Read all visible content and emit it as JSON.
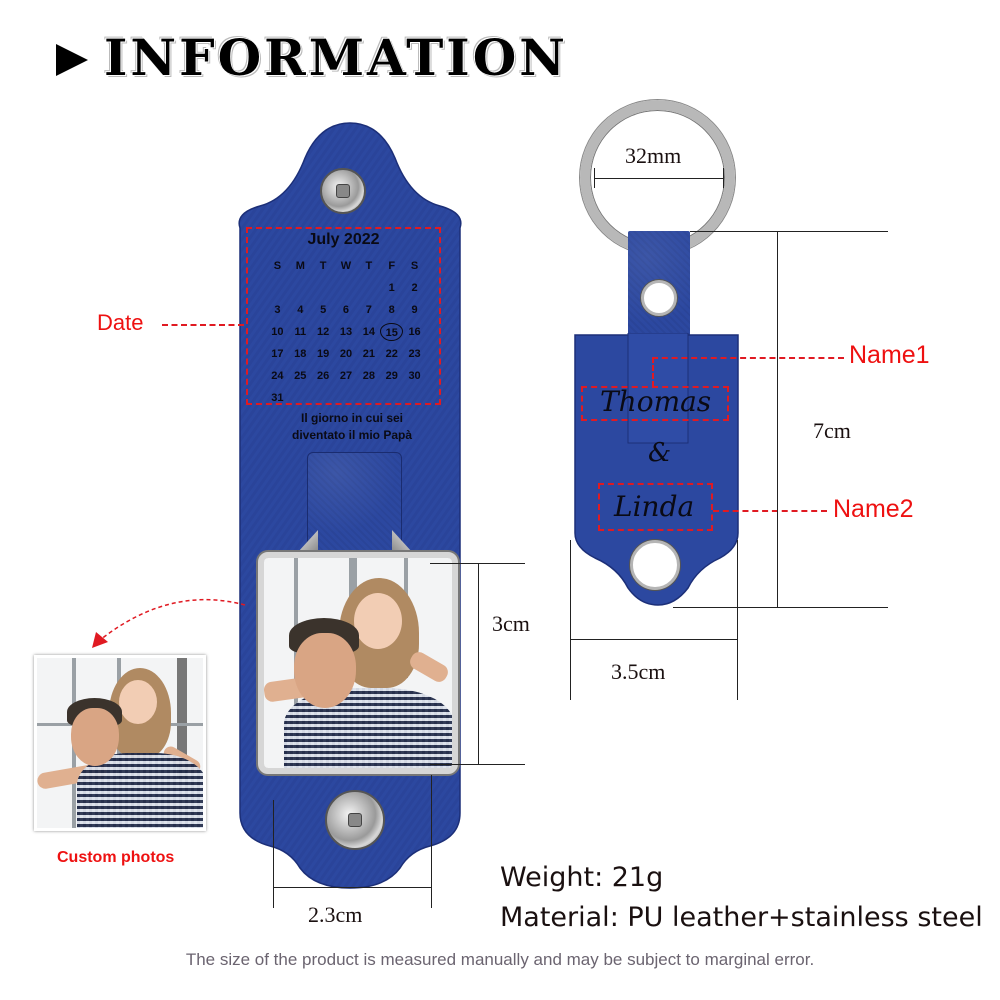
{
  "header": {
    "title": "INFORMATION",
    "icon": "play-triangle-icon"
  },
  "calendar": {
    "title": "July 2022",
    "weekdays": [
      "S",
      "M",
      "T",
      "W",
      "T",
      "F",
      "S"
    ],
    "weeks": [
      [
        "",
        "",
        "",
        "",
        "",
        "1",
        "2"
      ],
      [
        "3",
        "4",
        "5",
        "6",
        "7",
        "8",
        "9"
      ],
      [
        "10",
        "11",
        "12",
        "13",
        "14",
        "15",
        "16"
      ],
      [
        "17",
        "18",
        "19",
        "20",
        "21",
        "22",
        "23"
      ],
      [
        "24",
        "25",
        "26",
        "27",
        "28",
        "29",
        "30"
      ],
      [
        "31",
        "",
        "",
        "",
        "",
        "",
        ""
      ]
    ],
    "highlighted_day": "15",
    "highlight_shape": "heart-icon",
    "caption_line1": "Il giorno in cui sei",
    "caption_line2": "diventato il mio Papà"
  },
  "annotations": {
    "date_label": "Date",
    "name1_label": "Name1",
    "name2_label": "Name2",
    "custom_photos_label": "Custom photos"
  },
  "engraving": {
    "name1": "Thomas",
    "ampersand": "&",
    "name2": "Linda"
  },
  "dimensions": {
    "ring_diameter": "32mm",
    "keychain_length": "7cm",
    "keychain_width": "3.5cm",
    "photo_height": "3cm",
    "strap_width": "2.3cm"
  },
  "specs": {
    "weight": "Weight: 21g",
    "material": "Material: PU leather+stainless steel"
  },
  "footer": {
    "disclaimer": "The size of the product is measured manually and may be subject to marginal error."
  },
  "colors": {
    "leather_blue": "#2c48a0",
    "annotation_red": "#ee1111",
    "text_dark": "#1a1010",
    "disclaimer_gray": "#6b6470"
  }
}
